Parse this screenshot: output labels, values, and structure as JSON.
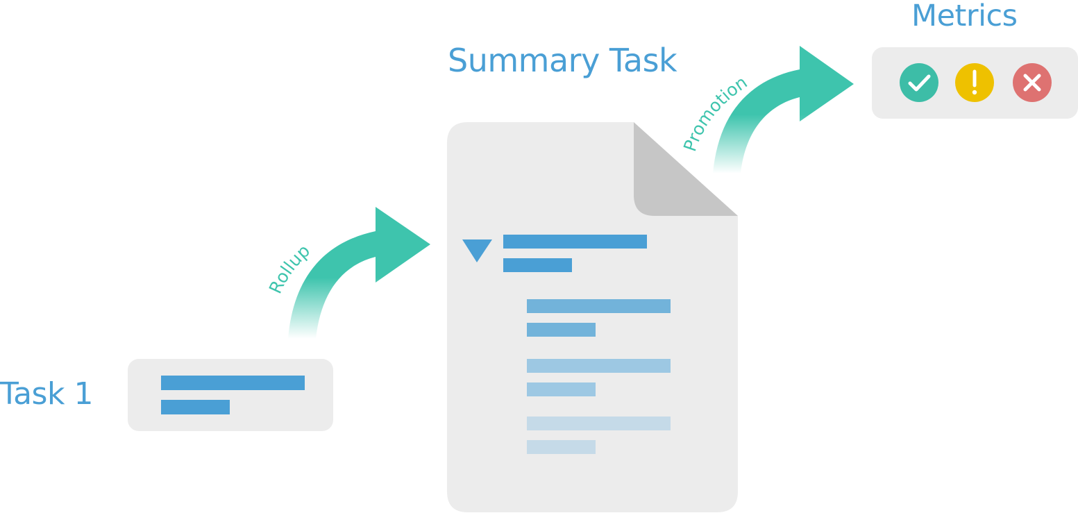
{
  "labels": {
    "task": "Task 1",
    "summary": "Summary Task",
    "metrics": "Metrics",
    "rollup": "Rollup",
    "promotion": "Promotion"
  },
  "colors": {
    "title": "#4a9fd5",
    "arrow": "#3ec4ad",
    "card": "#ececec",
    "fold": "#c6c6c6",
    "bar": "#4a9fd5",
    "bar_level2": "#72b3da",
    "bar_level3": "#9dc8e3",
    "bar_level4": "#c5dae8",
    "metric_ok": "#3dbda7",
    "metric_warn": "#eec100",
    "metric_error": "#de7271",
    "metric_glyph": "#ffffff"
  },
  "icons": {
    "ok": "check-icon",
    "warn": "exclamation-icon",
    "error": "x-icon",
    "collapse": "triangle-down-icon"
  }
}
